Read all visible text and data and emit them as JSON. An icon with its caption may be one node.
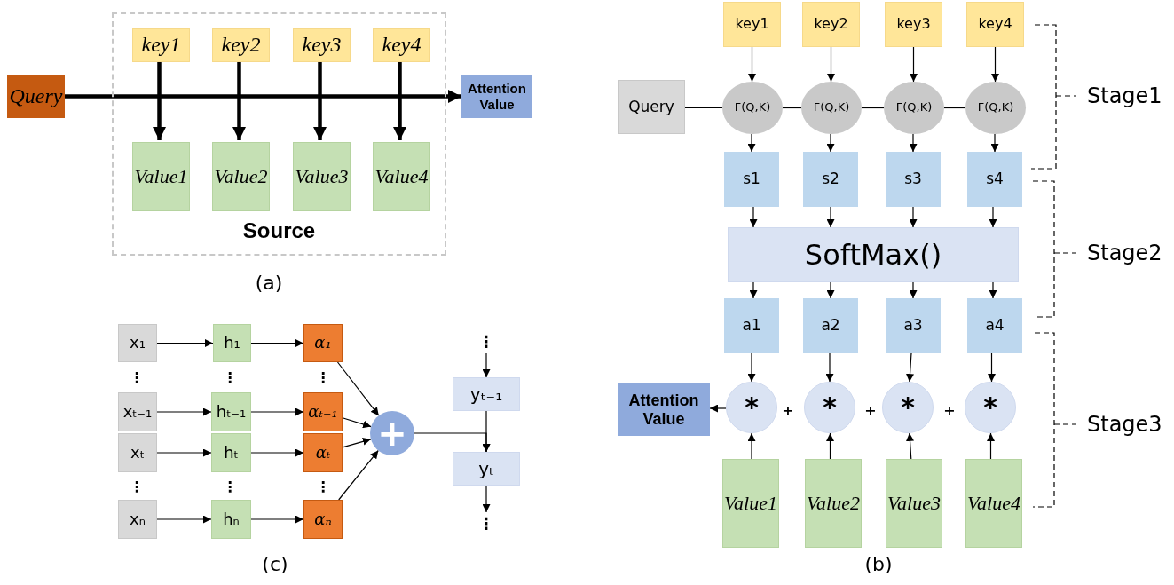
{
  "diagram": {
    "nodes": [
      {
        "text": [
          "Source"
        ]
      },
      {
        "text": [
          "key1"
        ],
        "in": 0
      },
      {
        "text": [
          "key2"
        ],
        "in": 0
      },
      {
        "text": [
          "key3"
        ],
        "in": 0
      },
      {
        "text": [
          "key4"
        ],
        "in": 0
      },
      {
        "text": [
          "Query"
        ]
      },
      {
        "text": [
          "Attention Value"
        ]
      },
      {
        "text": [
          "Value1"
        ],
        "in": 0
      },
      {
        "text": [
          "Value2"
        ],
        "in": 0
      },
      {
        "text": [
          "Value3"
        ],
        "in": 0
      },
      {
        "text": [
          "Value4"
        ],
        "in": 0
      },
      {
        "text": [
          "key1"
        ]
      },
      {
        "text": [
          "key2"
        ]
      },
      {
        "text": [
          "key3"
        ]
      },
      {
        "text": [
          "key4"
        ]
      },
      {
        "text": [
          "Query"
        ]
      },
      {
        "text": [
          "F(Q,K)"
        ]
      },
      {
        "text": [
          "F(Q,K)"
        ]
      },
      {
        "text": [
          "F(Q,K)"
        ]
      },
      {
        "text": [
          "F(Q,K)"
        ]
      },
      {
        "text": [
          "s1"
        ]
      },
      {
        "text": [
          "s2"
        ]
      },
      {
        "text": [
          "s3"
        ]
      },
      {
        "text": [
          "s4"
        ]
      },
      {
        "text": [
          "SoftMax()"
        ]
      },
      {
        "text": [
          "a1"
        ]
      },
      {
        "text": [
          "a2"
        ]
      },
      {
        "text": [
          "a3"
        ]
      },
      {
        "text": [
          "a4"
        ]
      },
      {
        "text": [
          "Attention Value"
        ]
      },
      {
        "text": [
          "*"
        ]
      },
      {
        "text": [
          "*"
        ]
      },
      {
        "text": [
          "*"
        ]
      },
      {
        "text": [
          "*"
        ]
      },
      {
        "text": [
          "Value1"
        ]
      },
      {
        "text": [
          "Value2"
        ]
      },
      {
        "text": [
          "Value3"
        ]
      },
      {
        "text": [
          "Value4"
        ]
      },
      {
        "text": [
          "x₁"
        ]
      },
      {
        "text": [
          "h₁"
        ]
      },
      {
        "text": [
          "α₁"
        ]
      },
      {
        "text": [
          "⋮"
        ]
      },
      {
        "text": [
          "yₜ₋₁"
        ]
      },
      {
        "text": [
          "xₜ₋₁"
        ]
      },
      {
        "text": [
          "hₜ₋₁"
        ]
      },
      {
        "text": [
          "αₜ₋₁"
        ]
      },
      {
        "text": [
          "+"
        ]
      },
      {
        "text": [
          "xₜ"
        ]
      },
      {
        "text": [
          "hₜ"
        ]
      },
      {
        "text": [
          "αₜ"
        ]
      },
      {
        "text": [
          "yₜ"
        ]
      },
      {
        "text": [
          "⋮"
        ]
      },
      {
        "text": [
          "xₙ"
        ]
      },
      {
        "text": [
          "hₙ"
        ]
      },
      {
        "text": [
          "αₙ"
        ]
      }
    ],
    "edges": [
      {
        "from": 5,
        "to": 6,
        "arrow": "to",
        "style": "thick"
      },
      {
        "from": 1,
        "to": 7,
        "arrow": "to",
        "style": "thick"
      },
      {
        "from": 2,
        "to": 8,
        "arrow": "to",
        "style": "thick"
      },
      {
        "from": 3,
        "to": 9,
        "arrow": "to",
        "style": "thick"
      },
      {
        "from": 4,
        "to": 10,
        "arrow": "to",
        "style": "thick"
      },
      {
        "from": 11,
        "to": 16,
        "arrow": "to"
      },
      {
        "from": 12,
        "to": 17,
        "arrow": "to"
      },
      {
        "from": 13,
        "to": 18,
        "arrow": "to"
      },
      {
        "from": 14,
        "to": 19,
        "arrow": "to"
      },
      {
        "from": 15,
        "to": 16,
        "arrow": "none"
      },
      {
        "from": 16,
        "to": 17,
        "arrow": "none"
      },
      {
        "from": 17,
        "to": 18,
        "arrow": "none"
      },
      {
        "from": 18,
        "to": 19,
        "arrow": "none"
      },
      {
        "from": 16,
        "to": 20,
        "arrow": "to"
      },
      {
        "from": 17,
        "to": 21,
        "arrow": "to"
      },
      {
        "from": 18,
        "to": 22,
        "arrow": "to"
      },
      {
        "from": 19,
        "to": 23,
        "arrow": "to"
      },
      {
        "from": 20,
        "to": 24,
        "arrow": "to"
      },
      {
        "from": 21,
        "to": 24,
        "arrow": "to"
      },
      {
        "from": 22,
        "to": 24,
        "arrow": "to"
      },
      {
        "from": 23,
        "to": 24,
        "arrow": "to"
      },
      {
        "from": 24,
        "to": 25,
        "arrow": "to"
      },
      {
        "from": 24,
        "to": 26,
        "arrow": "to"
      },
      {
        "from": 24,
        "to": 27,
        "arrow": "to"
      },
      {
        "from": 24,
        "to": 28,
        "arrow": "to"
      },
      {
        "from": 25,
        "to": 30,
        "arrow": "to"
      },
      {
        "from": 26,
        "to": 31,
        "arrow": "to"
      },
      {
        "from": 27,
        "to": 32,
        "arrow": "to"
      },
      {
        "from": 28,
        "to": 33,
        "arrow": "to"
      },
      {
        "from": 34,
        "to": 30,
        "arrow": "to"
      },
      {
        "from": 35,
        "to": 31,
        "arrow": "to"
      },
      {
        "from": 36,
        "to": 32,
        "arrow": "to"
      },
      {
        "from": 37,
        "to": 33,
        "arrow": "to"
      },
      {
        "from": 30,
        "to": 29,
        "arrow": "to"
      },
      {
        "from": 38,
        "to": 39,
        "arrow": "to"
      },
      {
        "from": 39,
        "to": 40,
        "arrow": "to"
      },
      {
        "from": 40,
        "to": 46,
        "arrow": "to"
      },
      {
        "from": 43,
        "to": 44,
        "arrow": "to"
      },
      {
        "from": 44,
        "to": 45,
        "arrow": "to"
      },
      {
        "from": 45,
        "to": 46,
        "arrow": "to"
      },
      {
        "from": 47,
        "to": 48,
        "arrow": "to"
      },
      {
        "from": 48,
        "to": 49,
        "arrow": "to"
      },
      {
        "from": 49,
        "to": 46,
        "arrow": "to"
      },
      {
        "from": 52,
        "to": 53,
        "arrow": "to"
      },
      {
        "from": 53,
        "to": 54,
        "arrow": "to"
      },
      {
        "from": 54,
        "to": 46,
        "arrow": "to"
      },
      {
        "from": 41,
        "to": 42,
        "arrow": "to"
      },
      {
        "from": 42,
        "to": 50,
        "arrow": "to"
      },
      {
        "from": 46,
        "to": 50,
        "arrow": "to"
      },
      {
        "from": 50,
        "to": 51,
        "arrow": "to"
      }
    ],
    "labels": [
      "(a)",
      "Stage1",
      "Stage2",
      "+",
      "+",
      "+",
      "Stage3",
      "(b)",
      "⋮",
      "⋮",
      "⋮",
      "⋮",
      "⋮",
      "⋮",
      "(c)"
    ]
  }
}
